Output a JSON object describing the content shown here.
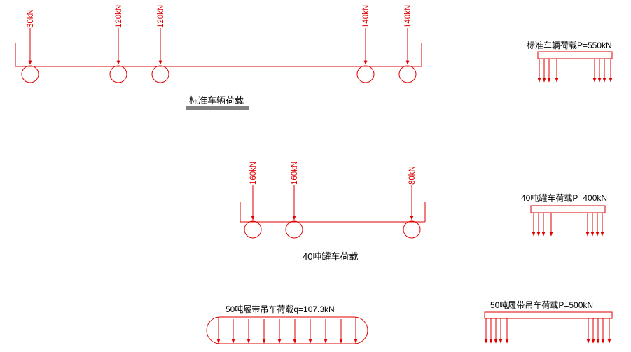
{
  "diagram1": {
    "title": "标准车辆荷载",
    "axle_loads": [
      "30kN",
      "120kN",
      "120kN",
      "140kN",
      "140kN"
    ],
    "summary_label": "标准车辆荷载P=550kN"
  },
  "diagram2": {
    "title": "40吨罐车荷载",
    "axle_loads": [
      "160kN",
      "160kN",
      "80kN"
    ],
    "summary_label": "40吨罐车荷载P=400kN"
  },
  "diagram3": {
    "track_label": "50吨履带吊车荷载q=107.3kN",
    "summary_label": "50吨履带吊车荷载P=500kN"
  },
  "colors": {
    "load": "#e00000",
    "text": "#000000"
  }
}
